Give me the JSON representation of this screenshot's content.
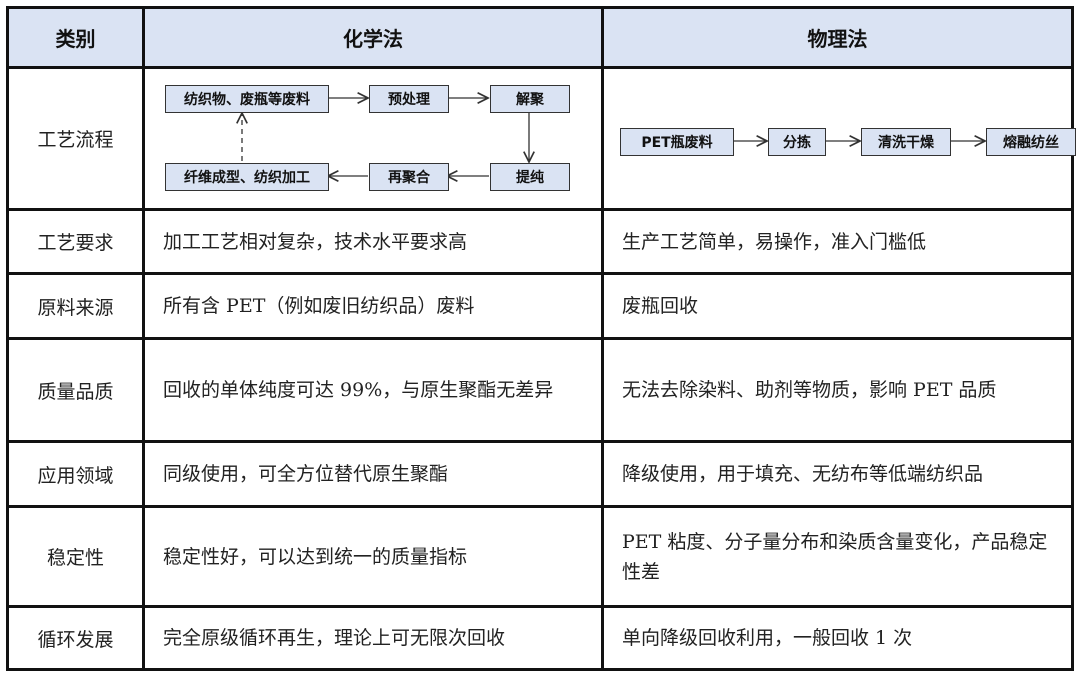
{
  "headers": [
    "类别",
    "化学法",
    "物理法"
  ],
  "chemical_flow": [
    "纺织物、废瓶等废料",
    "预处理",
    "解聚",
    "提纯",
    "再聚合",
    "纤维成型、纺织加工"
  ],
  "physical_flow": [
    "PET瓶废料",
    "分拣",
    "清洗干燥",
    "熔融纺丝"
  ],
  "rows": [
    {
      "category": "工艺流程"
    },
    {
      "category": "工艺要求",
      "chemical": "加工工艺相对复杂，技术水平要求高",
      "physical": "生产工艺简单，易操作，准入门槛低"
    },
    {
      "category": "原料来源",
      "chemical": "所有含 PET（例如废旧纺织品）废料",
      "physical": "废瓶回收"
    },
    {
      "category": "质量品质",
      "chemical": "回收的单体纯度可达 99%，与原生聚酯无差异",
      "physical": "无法去除染料、助剂等物质，影响 PET 品质"
    },
    {
      "category": "应用领域",
      "chemical": "同级使用，可全方位替代原生聚酯",
      "physical": "降级使用，用于填充、无纺布等低端纺织品"
    },
    {
      "category": "稳定性",
      "chemical": "稳定性好，可以达到统一的质量指标",
      "physical": "PET 粘度、分子量分布和染质含量变化，产品稳定性差"
    },
    {
      "category": "循环发展",
      "chemical": "完全原级循环再生，理论上可无限次回收",
      "physical": "单向降级回收利用，一般回收 1 次"
    }
  ]
}
